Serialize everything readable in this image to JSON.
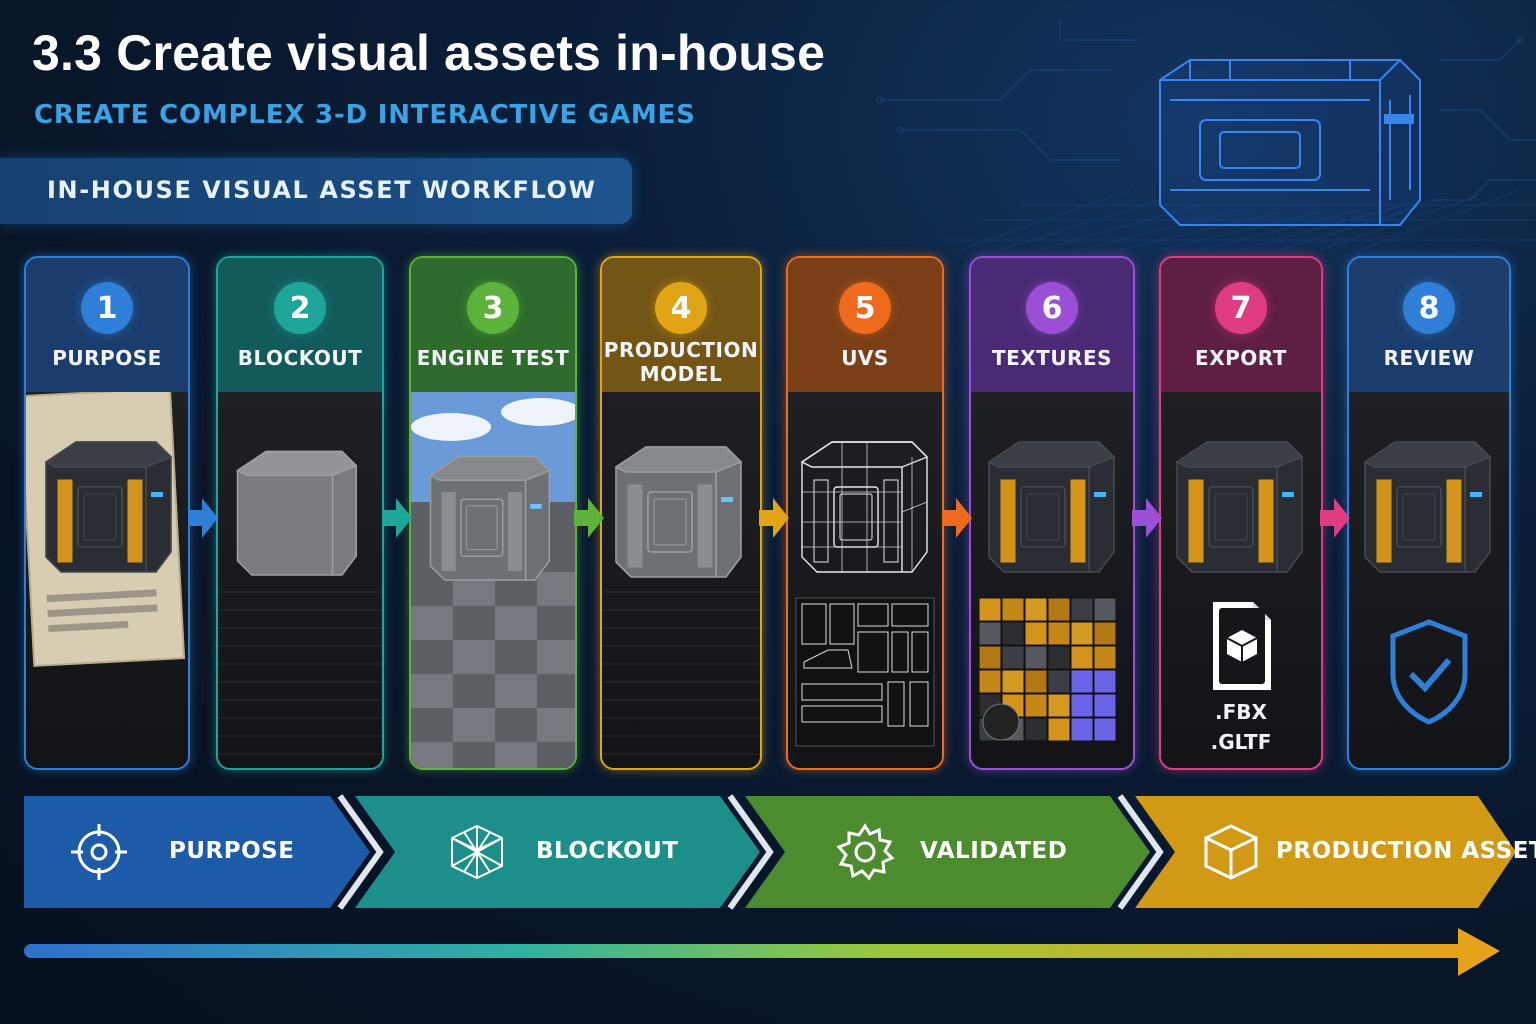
{
  "header": {
    "title": "3.3 Create visual assets in-house",
    "subtitle": "CREATE COMPLEX 3-D INTERACTIVE GAMES",
    "banner": "IN-HOUSE VISUAL ASSET WORKFLOW"
  },
  "steps": [
    {
      "number": "1",
      "label": "PURPOSE",
      "color": "#2f7fd8"
    },
    {
      "number": "2",
      "label": "BLOCKOUT",
      "color": "#1fa69a"
    },
    {
      "number": "3",
      "label": "ENGINE TEST",
      "color": "#5cb23a"
    },
    {
      "number": "4",
      "label": "PRODUCTION\nMODEL",
      "color": "#e0a414"
    },
    {
      "number": "5",
      "label": "UVS",
      "color": "#ee6a1c"
    },
    {
      "number": "6",
      "label": "TEXTURES",
      "color": "#9a4fd6"
    },
    {
      "number": "7",
      "label": "EXPORT",
      "color": "#df3c82"
    },
    {
      "number": "8",
      "label": "REVIEW",
      "color": "#2f7fd8"
    }
  ],
  "export_formats": [
    ".FBX",
    ".GLTF"
  ],
  "stages": [
    {
      "label": "PURPOSE",
      "icon": "crosshair-icon",
      "color": "#1d5ba8"
    },
    {
      "label": "BLOCKOUT",
      "icon": "wireframe-cube-icon",
      "color": "#1c8f8a"
    },
    {
      "label": "VALIDATED",
      "icon": "gear-icon",
      "color": "#4d8c2e"
    },
    {
      "label": "PRODUCTION ASSET",
      "icon": "cube-icon",
      "color": "#d29a14"
    }
  ]
}
